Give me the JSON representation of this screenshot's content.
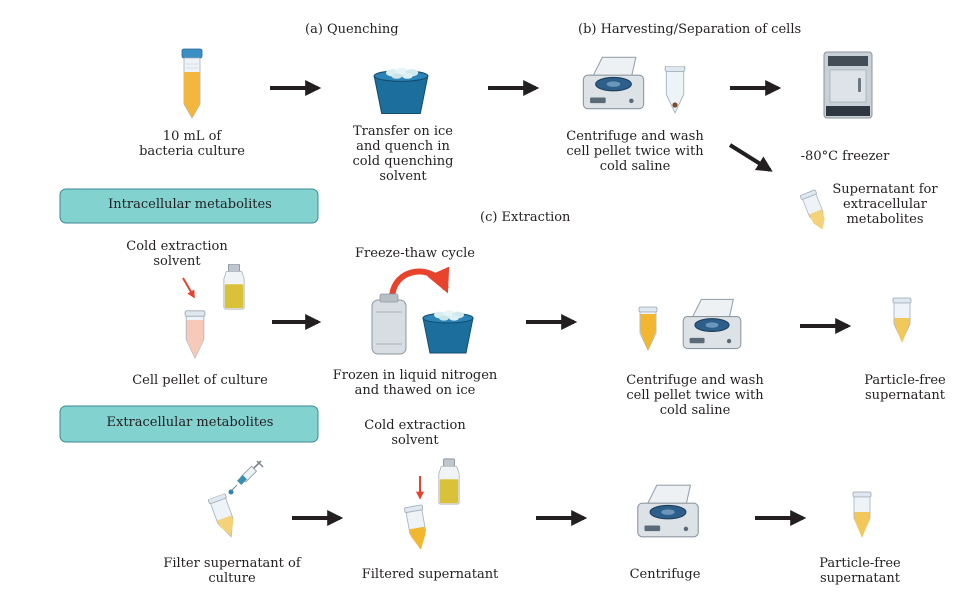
{
  "headers": {
    "quenching": "(a) Quenching",
    "harvesting": "(b) Harvesting/Separation of cells",
    "extraction": "(c) Extraction"
  },
  "sections": {
    "intracellular": "Intracellular metabolites",
    "extracellular": "Extracellular metabolites"
  },
  "labels": {
    "culture": "10 mL of\nbacteria culture",
    "quench": "Transfer on ice\nand quench in\ncold quenching\nsolvent",
    "centrifuge_wash_top": "Centrifuge and wash\ncell pellet twice with\ncold saline",
    "freezer": "-80°C freezer",
    "supernatant_extracellular": "Supernatant for\nextracellular\nmetabolites",
    "cold_extraction_1": "Cold extraction\nsolvent",
    "freeze_thaw": "Freeze-thaw cycle",
    "cell_pellet": "Cell pellet of culture",
    "frozen": "Frozen in liquid nitrogen\nand thawed on ice",
    "centrifuge_wash_mid": "Centrifuge and wash\ncell pellet twice with\ncold saline",
    "particle_free_1": "Particle-free\nsupernatant",
    "cold_extraction_2": "Cold extraction\nsolvent",
    "filter": "Filter supernatant of\nculture",
    "filtered": "Filtered supernatant",
    "centrifuge": "Centrifuge",
    "particle_free_2": "Particle-free\nsupernatant"
  },
  "colors": {
    "arrow": "#231f20",
    "section_box": "#82d2d0",
    "cycle_arrow": "#e8432c",
    "bucket": "#1c6f9c",
    "culture_fill": "#f3b63f",
    "centrifuge_body": "#dde2e6",
    "freezer_body": "#c9d1d8"
  }
}
